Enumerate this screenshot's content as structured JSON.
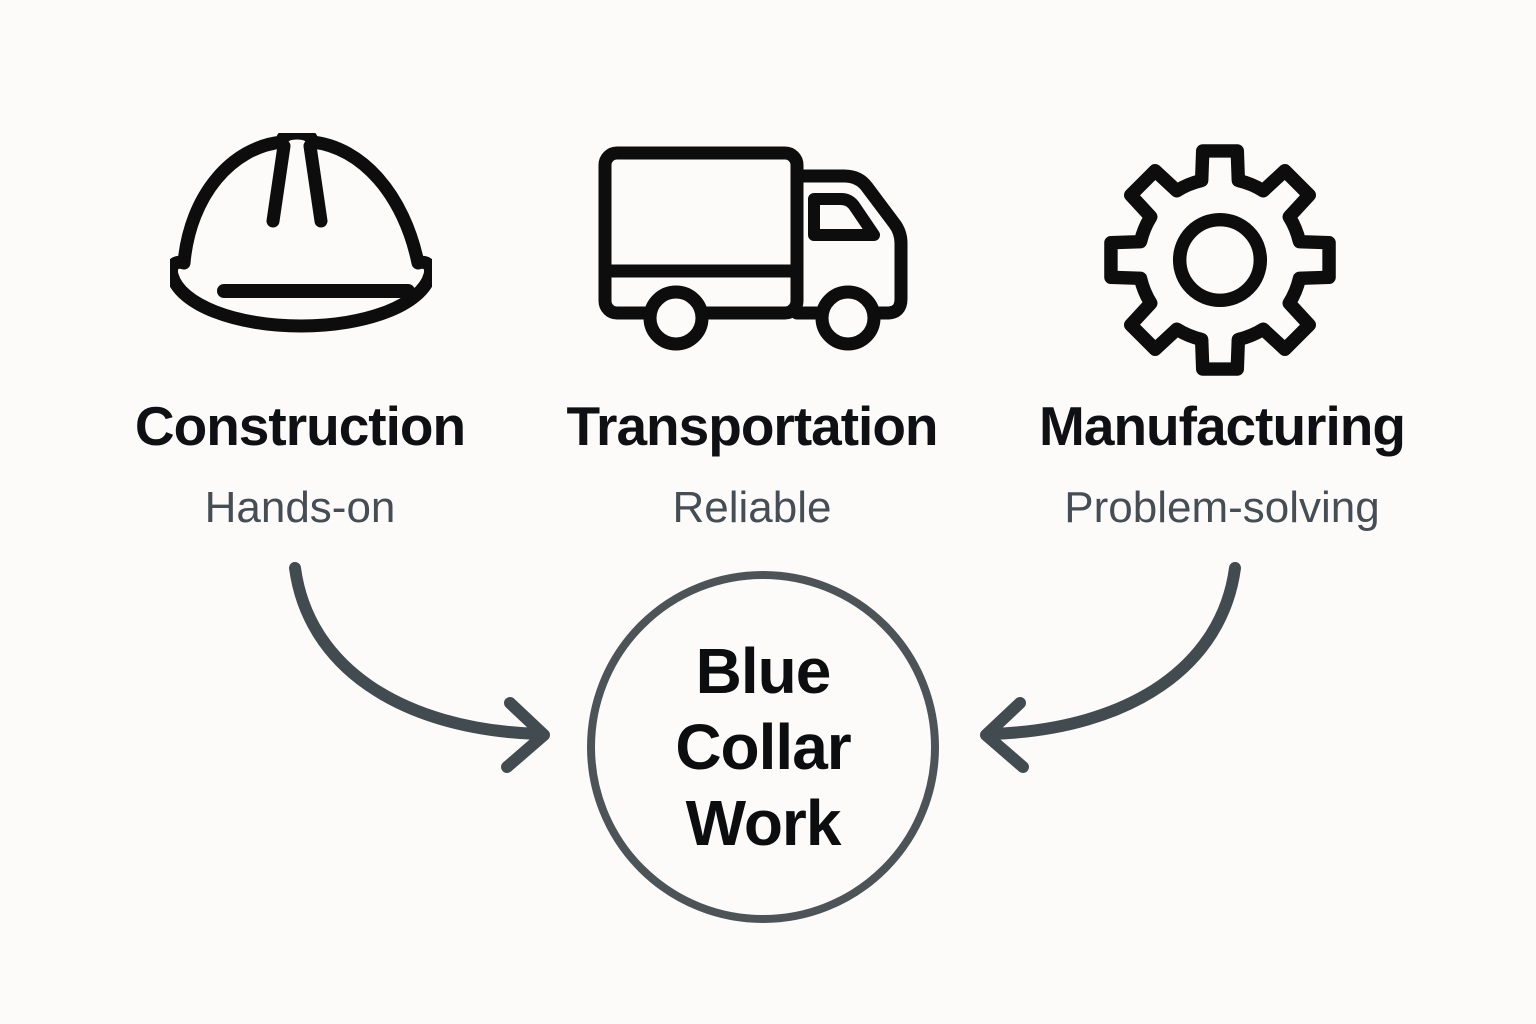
{
  "diagram": {
    "sectors": [
      {
        "name": "Construction",
        "trait": "Hands-on",
        "icon": "hard-hat-icon"
      },
      {
        "name": "Transportation",
        "trait": "Reliable",
        "icon": "truck-icon"
      },
      {
        "name": "Manufacturing",
        "trait": "Problem-solving",
        "icon": "gear-icon"
      }
    ],
    "center_node": {
      "lines": [
        "Blue",
        "Collar",
        "Work"
      ]
    },
    "colors": {
      "background": "#fcfbfa",
      "icon_stroke": "#0d0d0d",
      "title_text": "#0e1013",
      "trait_text": "#454e55",
      "arrow_stroke": "#424b50",
      "circle_stroke": "#4c5458",
      "center_text": "#0b0d0e"
    }
  }
}
